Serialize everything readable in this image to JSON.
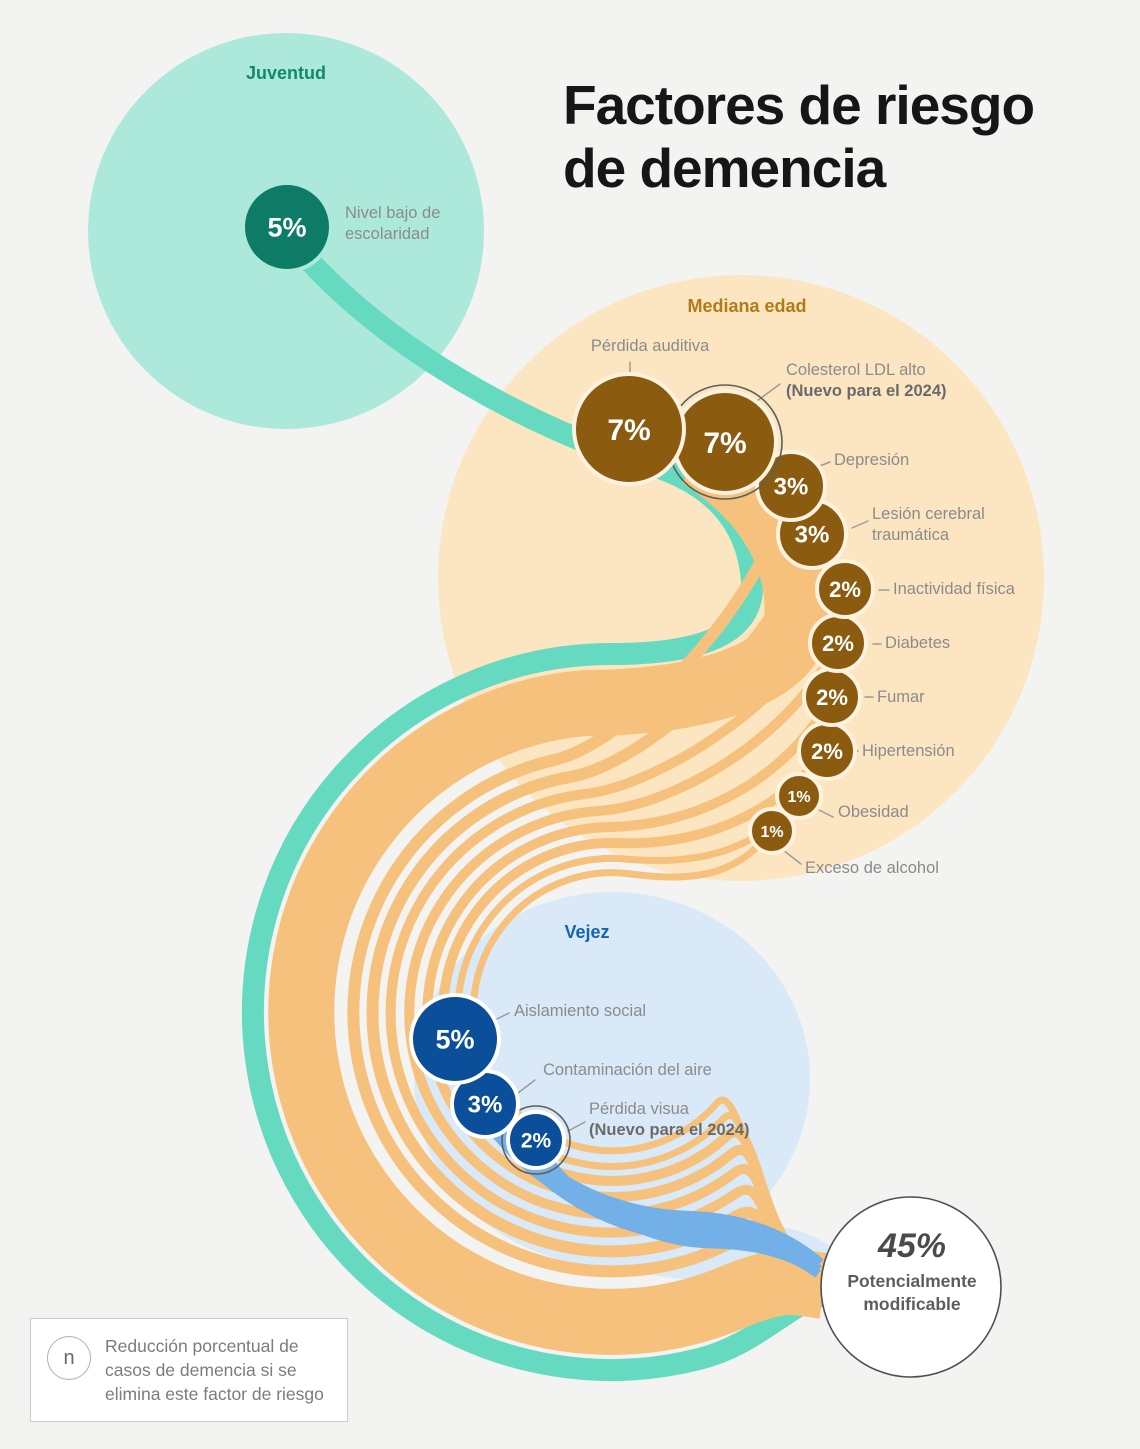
{
  "title": "Factores de riesgo de demencia",
  "result": {
    "value": "45%",
    "label": "Potencialmente modificable"
  },
  "legend": {
    "symbol": "n",
    "text": "Reducción porcentual de casos de demencia si se elimina este factor de riesgo"
  },
  "colors": {
    "background": "#f3f3f1",
    "stage_bg": {
      "juventud": "#ade9db",
      "mediana": "#fce6c2",
      "vejez": "#d9e9f8"
    },
    "stage_label": {
      "juventud": "#12896f",
      "mediana": "#b07c17",
      "vejez": "#1565b1"
    },
    "ribbon": {
      "teal": "#66d9c1",
      "orange": "#f5c17d",
      "blue": "#72b0e7"
    },
    "bubble": {
      "teal": "#0e7b67",
      "brown": "#8b5c0f",
      "blue": "#0b4f9a"
    },
    "bubble_text": "#ffffff",
    "new_ring": "#5f5f57",
    "connector": "#9b9b9b",
    "label_text": "#8b8b8b",
    "result_ring": "#4f4f4f"
  },
  "chart_data": {
    "type": "sankey",
    "title": "Factores de riesgo de demencia",
    "unit": "% de reducción de casos de demencia si se elimina el factor",
    "total_modifiable": {
      "value": 45,
      "label": "Potencialmente modificable"
    },
    "stages": [
      {
        "name": "Juventud",
        "factors": [
          {
            "label": "Nivel bajo de escolaridad",
            "value": 5
          }
        ]
      },
      {
        "name": "Mediana edad",
        "factors": [
          {
            "label": "Pérdida auditiva",
            "value": 7
          },
          {
            "label": "Colesterol LDL alto",
            "value": 7,
            "note": "(Nuevo para el 2024)"
          },
          {
            "label": "Depresión",
            "value": 3
          },
          {
            "label": "Lesión cerebral traumática",
            "value": 3
          },
          {
            "label": "Inactividad física",
            "value": 2
          },
          {
            "label": "Diabetes",
            "value": 2
          },
          {
            "label": "Fumar",
            "value": 2
          },
          {
            "label": "Hipertensión",
            "value": 2
          },
          {
            "label": "Obesidad",
            "value": 1
          },
          {
            "label": "Exceso de alcohol",
            "value": 1
          }
        ]
      },
      {
        "name": "Vejez",
        "factors": [
          {
            "label": "Aislamiento social",
            "value": 5
          },
          {
            "label": "Contaminación del aire",
            "value": 3
          },
          {
            "label": "Pérdida visua",
            "value": 2,
            "note": "(Nuevo para el 2024)"
          }
        ]
      }
    ]
  }
}
